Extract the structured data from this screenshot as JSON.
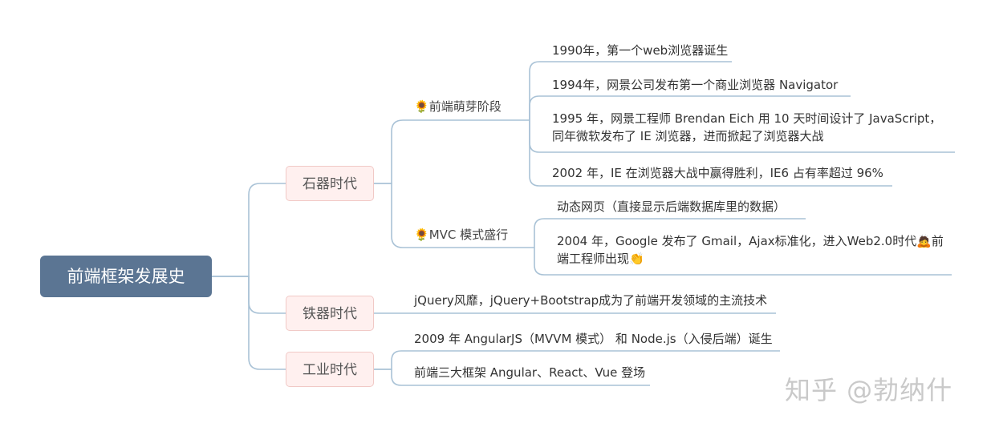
{
  "root": {
    "label": "前端框架发展史"
  },
  "eras": [
    {
      "label": "石器时代",
      "stages": [
        {
          "emoji": "🌻",
          "label": "前端萌芽阶段",
          "leaves": [
            "1990年，第一个web浏览器诞生",
            "1994年，网景公司发布第一个商业浏览器 Navigator",
            "1995 年，网景工程师 Brendan Eich 用 10 天时间设计了 JavaScript，同年微软发布了 IE 浏览器，进而掀起了浏览器大战",
            "2002 年，IE 在浏览器大战中赢得胜利，IE6 占有率超过 96%"
          ]
        },
        {
          "emoji": "🌻",
          "label": "MVC 模式盛行",
          "leaves": [
            "动态网页（直接显示后端数据库里的数据）",
            "2004 年，Google 发布了 Gmail，Ajax标准化，进入Web2.0时代🙇前端工程师出现👏"
          ]
        }
      ]
    },
    {
      "label": "铁器时代",
      "leaves": [
        "jQuery风靡，jQuery+Bootstrap成为了前端开发领域的主流技术"
      ]
    },
    {
      "label": "工业时代",
      "leaves": [
        "2009 年 AngularJS（MVVM 模式） 和 Node.js（入侵后端）诞生",
        "前端三大框架 Angular、React、Vue 登场"
      ]
    }
  ],
  "watermark": "知乎 @勃纳什",
  "colors": {
    "root_bg": "#5b7593",
    "era_bg": "#fff0ef",
    "line": "#a9c2d6"
  }
}
